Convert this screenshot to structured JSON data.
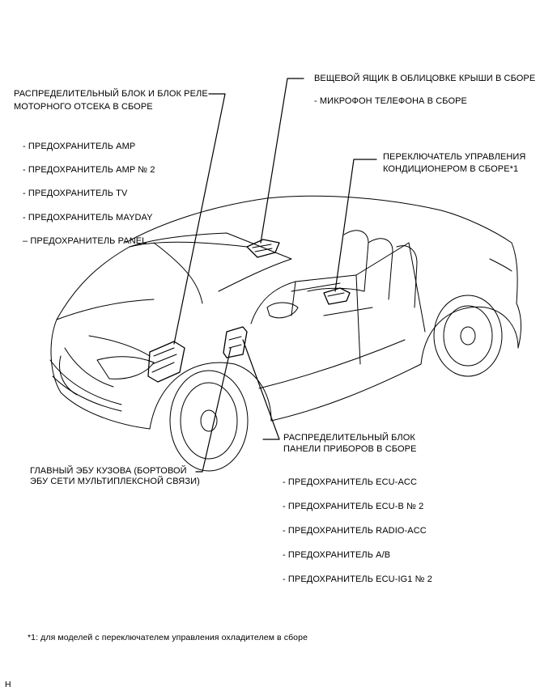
{
  "labels": {
    "engine_box_line1": "РАСПРЕДЕЛИТЕЛЬНЫЙ БЛОК И БЛОК РЕЛЕ",
    "engine_box_line2": "МОТОРНОГО ОТСЕКА В СБОРЕ",
    "engine_fuses": [
      "- ПРЕДОХРАНИТЕЛЬ AMP",
      "- ПРЕДОХРАНИТЕЛЬ AMP № 2",
      "- ПРЕДОХРАНИТЕЛЬ TV",
      "- ПРЕДОХРАНИТЕЛЬ MAYDAY",
      "– ПРЕДОХРАНИТЕЛЬ PANEL"
    ],
    "roof_box": "ВЕЩЕВОЙ ЯЩИК В ОБЛИЦОВКЕ КРЫШИ В СБОРЕ",
    "roof_mic": "- МИКРОФОН ТЕЛЕФОНА В СБОРЕ",
    "ac_switch_line1": "ПЕРЕКЛЮЧАТЕЛЬ УПРАВЛЕНИЯ",
    "ac_switch_line2": "КОНДИЦИОНЕРОМ В СБОРЕ*1",
    "panel_box_line1": "РАСПРЕДЕЛИТЕЛЬНЫЙ БЛОК",
    "panel_box_line2": "ПАНЕЛИ ПРИБОРОВ В СБОРЕ",
    "panel_fuses": [
      "- ПРЕДОХРАНИТЕЛЬ ECU-ACC",
      "- ПРЕДОХРАНИТЕЛЬ ECU-B № 2",
      "- ПРЕДОХРАНИТЕЛЬ RADIO-ACC",
      "- ПРЕДОХРАНИТЕЛЬ A/B",
      "- ПРЕДОХРАНИТЕЛЬ ECU-IG1 № 2"
    ],
    "body_ecu_line1": "ГЛАВНЫЙ ЭБУ КУЗОВА (БОРТОВОЙ",
    "body_ecu_line2": "ЭБУ СЕТИ МУЛЬТИПЛЕКСНОЙ СВЯЗИ)"
  },
  "footnote": "*1: для моделей с переключателем управления охладителем в сборе",
  "corner_mark": "H"
}
